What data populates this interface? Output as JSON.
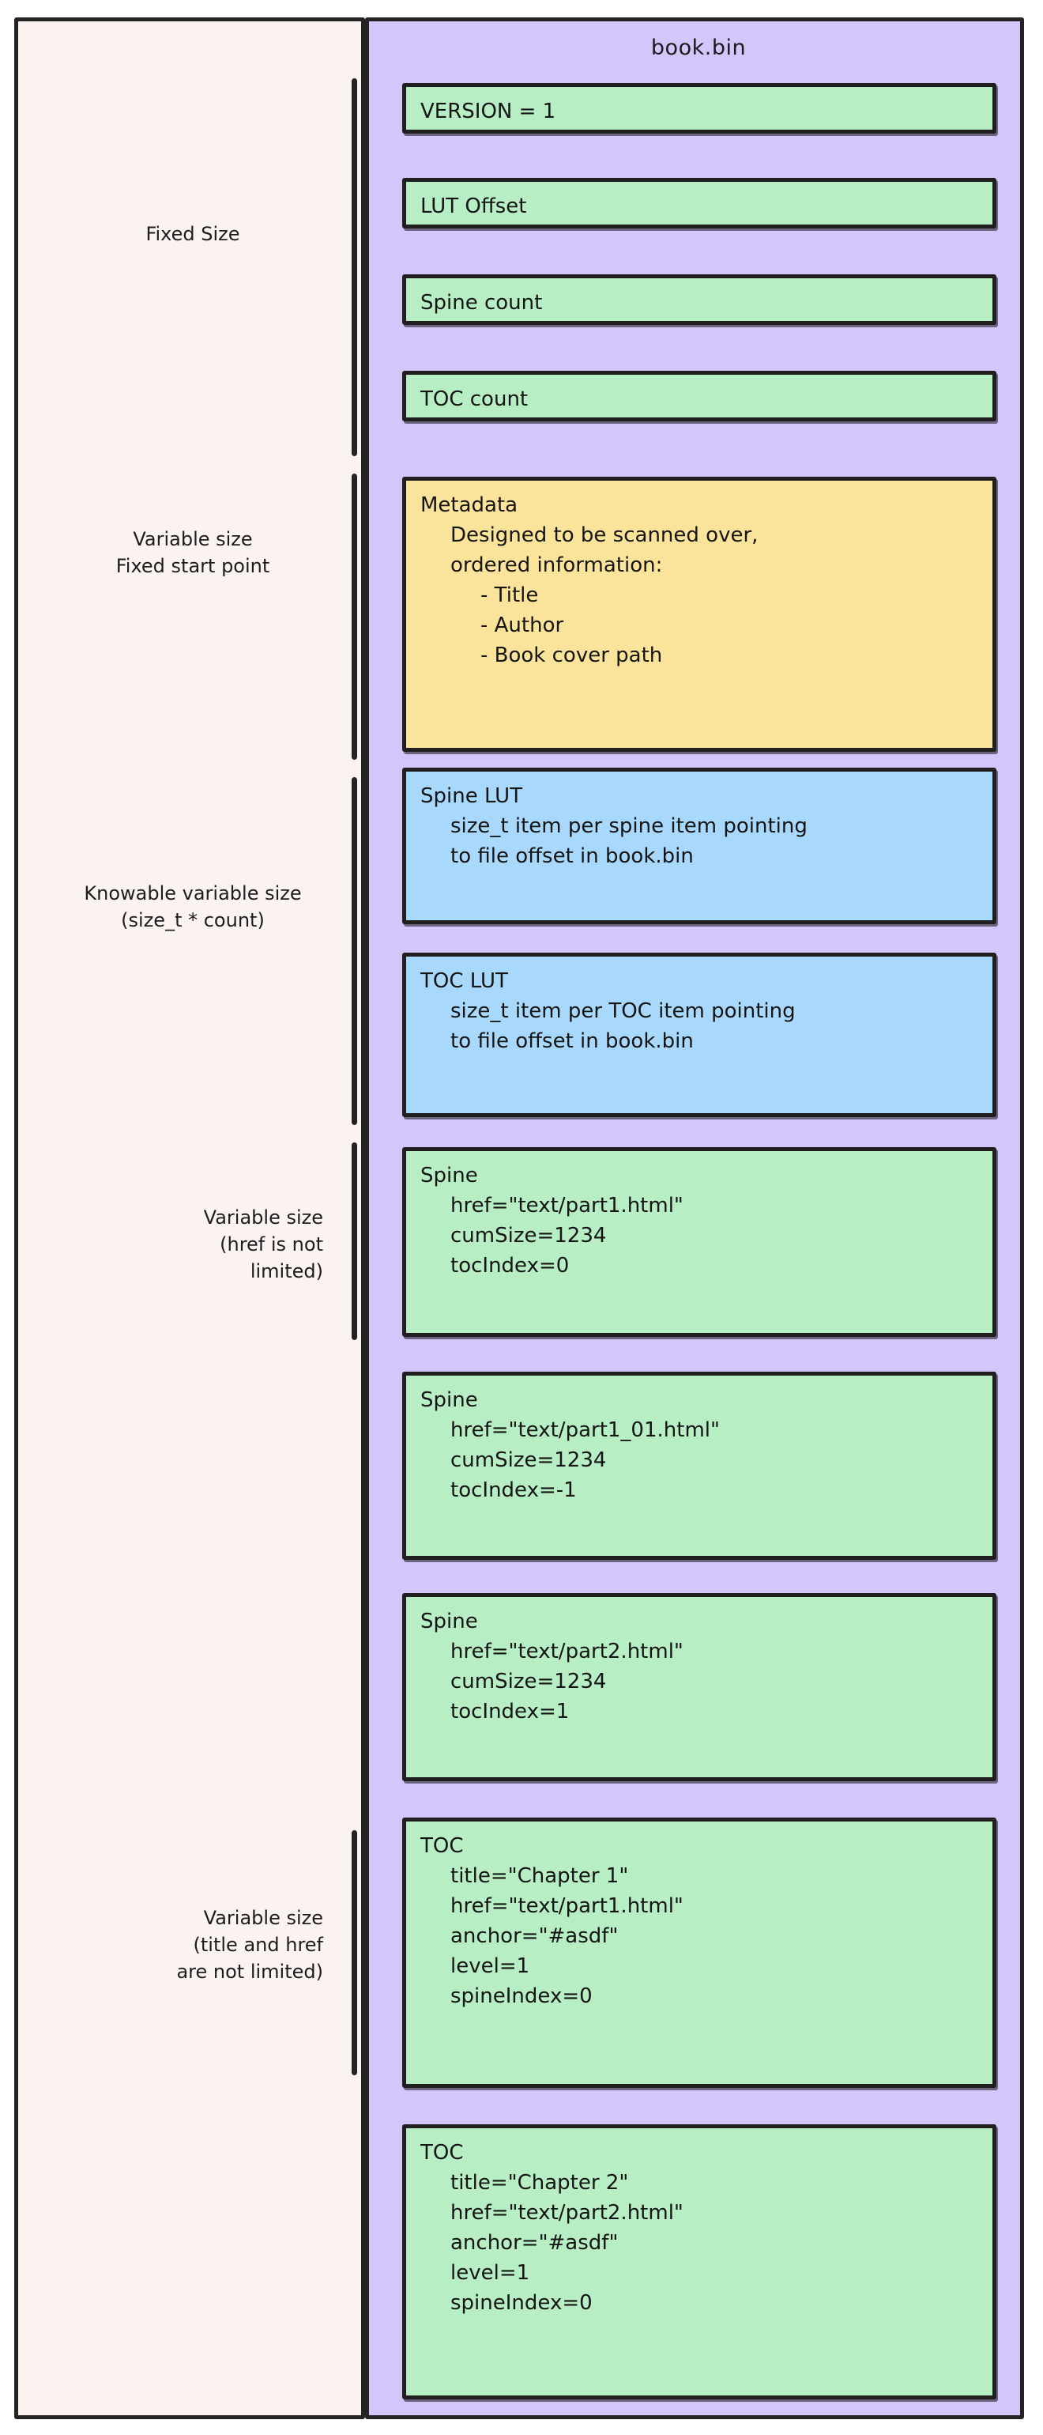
{
  "diagram": {
    "type": "file-format-layout",
    "file_title": "book.bin",
    "left_panel_labels": [
      {
        "id": "fixed-size",
        "text": "Fixed Size",
        "align": "center"
      },
      {
        "id": "variable-fixed-start",
        "text": "Variable size\nFixed start point",
        "align": "center"
      },
      {
        "id": "knowable-variable",
        "text": "Knowable variable size\n(size_t * count)",
        "align": "center"
      },
      {
        "id": "variable-href",
        "text": "Variable size\n(href is not\nlimited)",
        "align": "right"
      },
      {
        "id": "variable-title-href",
        "text": "Variable size\n(title and href\nare not limited)",
        "align": "right"
      }
    ],
    "sections": [
      {
        "id": "fixed-size",
        "label": "Fixed Size",
        "blocks": [
          {
            "id": "version",
            "color": "green",
            "lines": [
              {
                "style": "hdr",
                "text": "VERSION = 1"
              }
            ]
          },
          {
            "id": "lut-offset",
            "color": "green",
            "lines": [
              {
                "style": "hdr",
                "text": "LUT Offset"
              }
            ]
          },
          {
            "id": "spine-count",
            "color": "green",
            "lines": [
              {
                "style": "hdr",
                "text": "Spine count"
              }
            ]
          },
          {
            "id": "toc-count",
            "color": "green",
            "lines": [
              {
                "style": "hdr",
                "text": "TOC count"
              }
            ]
          }
        ]
      },
      {
        "id": "metadata-section",
        "label": "Variable size\nFixed start point",
        "blocks": [
          {
            "id": "metadata",
            "color": "yellow",
            "lines": [
              {
                "style": "hdr",
                "text": "Metadata"
              },
              {
                "style": "cont",
                "text": "Designed to be scanned over,"
              },
              {
                "style": "cont",
                "text": "ordered information:"
              },
              {
                "style": "bul",
                "text": "- Title"
              },
              {
                "style": "bul",
                "text": "- Author"
              },
              {
                "style": "bul",
                "text": "- Book cover path"
              }
            ]
          }
        ]
      },
      {
        "id": "lut-section",
        "label": "Knowable variable size\n(size_t * count)",
        "blocks": [
          {
            "id": "spine-lut",
            "color": "blue",
            "lines": [
              {
                "style": "hdr",
                "text": "Spine LUT"
              },
              {
                "style": "cont",
                "text": "size_t item per spine item pointing"
              },
              {
                "style": "cont",
                "text": "to file offset in book.bin"
              }
            ]
          },
          {
            "id": "toc-lut",
            "color": "blue",
            "lines": [
              {
                "style": "hdr",
                "text": "TOC LUT"
              },
              {
                "style": "cont",
                "text": "size_t item per TOC item pointing"
              },
              {
                "style": "cont",
                "text": "to file offset in book.bin"
              }
            ]
          }
        ]
      },
      {
        "id": "spine-section",
        "label": "Variable size\n(href is not\nlimited)",
        "blocks": [
          {
            "id": "spine-1",
            "color": "green",
            "lines": [
              {
                "style": "hdr",
                "text": "Spine"
              },
              {
                "style": "ln",
                "text": "href=\"text/part1.html\""
              },
              {
                "style": "ln",
                "text": "cumSize=1234"
              },
              {
                "style": "ln",
                "text": "tocIndex=0"
              }
            ]
          },
          {
            "id": "spine-2",
            "color": "green",
            "lines": [
              {
                "style": "hdr",
                "text": "Spine"
              },
              {
                "style": "ln",
                "text": "href=\"text/part1_01.html\""
              },
              {
                "style": "ln",
                "text": "cumSize=1234"
              },
              {
                "style": "ln",
                "text": "tocIndex=-1"
              }
            ]
          },
          {
            "id": "spine-3",
            "color": "green",
            "lines": [
              {
                "style": "hdr",
                "text": "Spine"
              },
              {
                "style": "ln",
                "text": "href=\"text/part2.html\""
              },
              {
                "style": "ln",
                "text": "cumSize=1234"
              },
              {
                "style": "ln",
                "text": "tocIndex=1"
              }
            ]
          }
        ]
      },
      {
        "id": "toc-section",
        "label": "Variable size\n(title and href\nare not limited)",
        "blocks": [
          {
            "id": "toc-1",
            "color": "green",
            "lines": [
              {
                "style": "hdr",
                "text": "TOC"
              },
              {
                "style": "ln",
                "text": "title=\"Chapter 1\""
              },
              {
                "style": "ln",
                "text": "href=\"text/part1.html\""
              },
              {
                "style": "ln",
                "text": "anchor=\"#asdf\""
              },
              {
                "style": "ln",
                "text": "level=1"
              },
              {
                "style": "ln",
                "text": "spineIndex=0"
              }
            ]
          },
          {
            "id": "toc-2",
            "color": "green",
            "lines": [
              {
                "style": "hdr",
                "text": "TOC"
              },
              {
                "style": "ln",
                "text": "title=\"Chapter 2\""
              },
              {
                "style": "ln",
                "text": "href=\"text/part2.html\""
              },
              {
                "style": "ln",
                "text": "anchor=\"#asdf\""
              },
              {
                "style": "ln",
                "text": "level=1"
              },
              {
                "style": "ln",
                "text": "spineIndex=0"
              }
            ]
          }
        ]
      }
    ],
    "colors": {
      "left_panel_bg": "#faf3ef",
      "right_panel_bg": "#d4c5fb",
      "green_block": "#b7eec4",
      "yellow_block": "#fae39a",
      "blue_block": "#a8d8fb",
      "stroke": "#232323",
      "text": "#151515"
    }
  }
}
